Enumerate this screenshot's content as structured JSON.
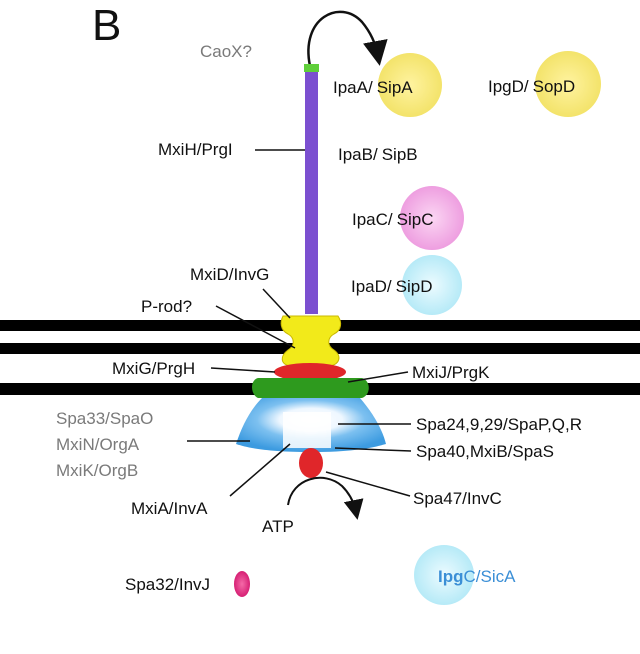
{
  "panel_letter": "B",
  "labels": {
    "caox": "CaoX?",
    "mxih": "MxiH/PrgI",
    "mxid": "MxiD/InvG",
    "prod": "P-rod?",
    "mxig": "MxiG/PrgH",
    "mxij": "MxiJ/PrgK",
    "spa33": "Spa33/SpaO",
    "mxin": "MxiN/OrgA",
    "mxik": "MxiK/OrgB",
    "spa24": "Spa24,9,29/SpaP,Q,R",
    "spa40": "Spa40,MxiB/SpaS",
    "mxia": "MxiA/InvA",
    "spa47": "Spa47/InvC",
    "atp": "ATP",
    "spa32": "Spa32/InvJ",
    "ipgc_bold": "Ipg",
    "ipgc_rest": "C/SicA"
  },
  "effectors": {
    "ipaa": {
      "left": "IpaA/",
      "right": "SipA"
    },
    "ipad_sopd": {
      "left": "IpgD/",
      "right": "SopD"
    },
    "ipab": {
      "left": "IpaB/",
      "right": "SipB"
    },
    "ipac": {
      "left": "IpaC/",
      "right": "SipC"
    },
    "ipad": {
      "left": "IpaD/",
      "right": "SipD"
    }
  },
  "colors": {
    "needle": "#7b4fd0",
    "needle_tip": "#5fcf3a",
    "secretin": "#f2ea1a",
    "red_ring": "#e0262a",
    "green_ring": "#2e9a1e",
    "base": "#4aa6e6",
    "membrane": "#000000",
    "yellow_blob": "#f5ea6a",
    "pink_blob": "#f0a0e0",
    "cyan_blob": "#bfeefa",
    "magenta_blob": "#e0307a",
    "atpase": "#e0262a"
  }
}
